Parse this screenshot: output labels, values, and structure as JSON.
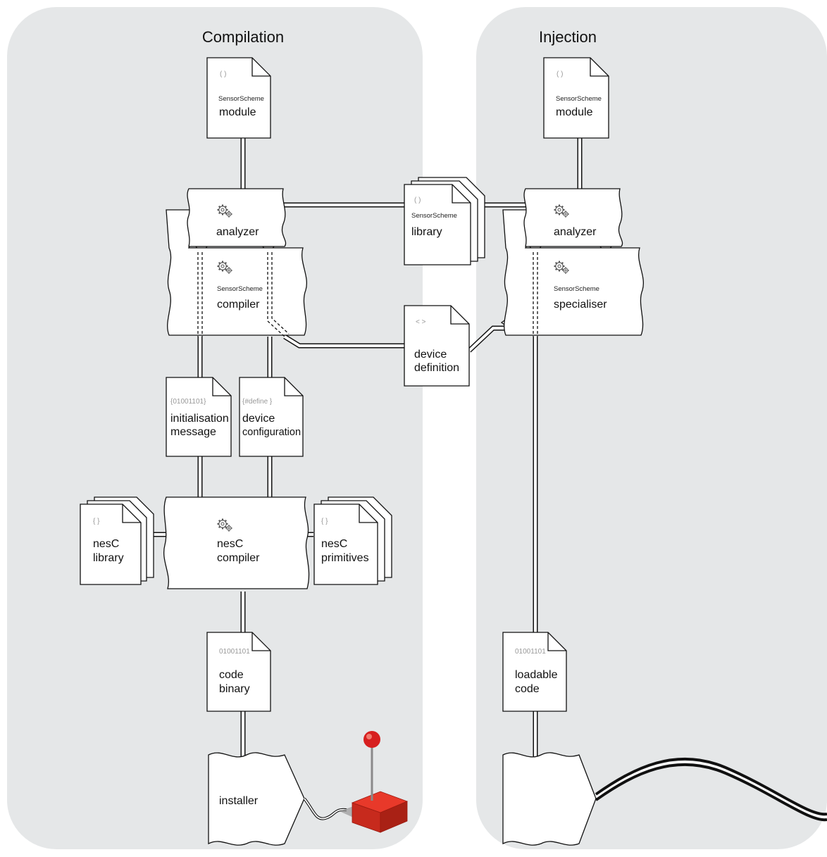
{
  "panels": {
    "compilation": {
      "title": "Compilation"
    },
    "injection": {
      "title": "Injection"
    }
  },
  "compilation": {
    "module": {
      "code": "( )",
      "kind": "SensorScheme",
      "label": "module"
    },
    "analyzer": {
      "label": "analyzer"
    },
    "compiler": {
      "kind": "SensorScheme",
      "label": "compiler"
    },
    "init_message": {
      "code": "{01001101}",
      "line1": "initialisation",
      "line2": "message"
    },
    "device_config": {
      "code": "{#define }",
      "line1": "device",
      "line2": "configuration"
    },
    "nesc_library": {
      "code": "{ }",
      "line1": "nesC",
      "line2": "library"
    },
    "nesc_compiler": {
      "line1": "nesC",
      "line2": "compiler"
    },
    "nesc_primitives": {
      "code": "{ }",
      "line1": "nesC",
      "line2": "primitives"
    },
    "code_binary": {
      "code": "01001101",
      "line1": "code",
      "line2": "binary"
    },
    "installer": {
      "label": "installer"
    }
  },
  "shared": {
    "library": {
      "code": "( )",
      "kind": "SensorScheme",
      "label": "library"
    },
    "device_definition": {
      "code": "< >",
      "line1": "device",
      "line2": "definition"
    }
  },
  "injection": {
    "module": {
      "code": "( )",
      "kind": "SensorScheme",
      "label": "module"
    },
    "analyzer": {
      "label": "analyzer"
    },
    "specialiser": {
      "kind": "SensorScheme",
      "label": "specialiser"
    },
    "loadable_code": {
      "code": "01001101",
      "line1": "loadable",
      "line2": "code"
    }
  },
  "colors": {
    "panel": "#e5e7e8",
    "button_red": "#e8392a",
    "knob_red": "#d71f1f"
  },
  "icons": [
    "gear-icon",
    "joystick-icon",
    "cable-icon"
  ]
}
